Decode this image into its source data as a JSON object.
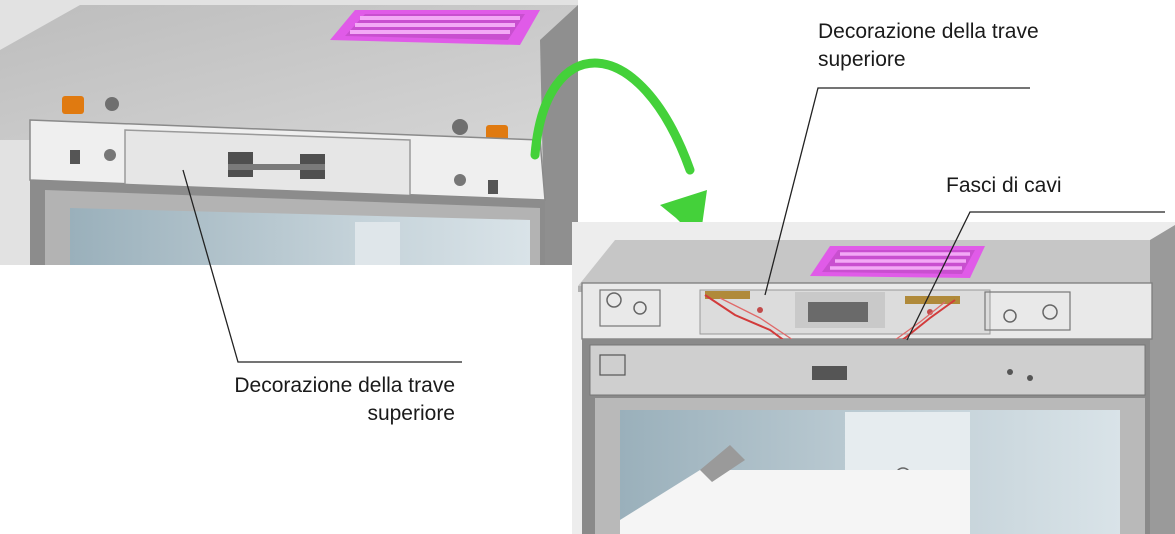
{
  "labels": {
    "upper_beam_left": {
      "line1": "Decorazione della trave",
      "line2": "superiore"
    },
    "upper_beam_right": {
      "line1": "Decorazione della trave",
      "line2": "superiore"
    },
    "cable_bundles": "Fasci di cavi"
  },
  "colors": {
    "arrow": "#44d13a",
    "cable": "#d23b3b",
    "vent": "#e05be8",
    "cabinet_top": "#c8c8c8",
    "trim_panel": "#e8e8e8",
    "knob": "#e07a10"
  }
}
